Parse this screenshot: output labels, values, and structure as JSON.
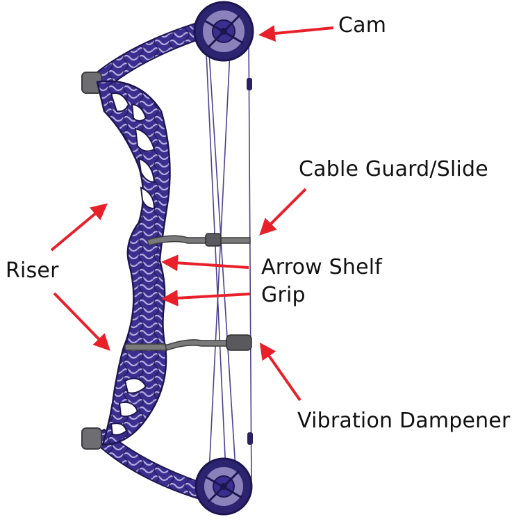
{
  "labels": {
    "cam": "Cam",
    "cable_guard": "Cable Guard/Slide",
    "arrow_shelf": "Arrow Shelf",
    "grip": "Grip",
    "riser": "Riser",
    "vibration_dampener": "Vibration Dampener"
  },
  "colors": {
    "arrow": "#e8202a",
    "bow_main": "#3a2f8f",
    "bow_dark": "#1d1550",
    "bow_light": "#c9c2ee",
    "metal": "#7a7a7a",
    "string": "#4a4090"
  }
}
